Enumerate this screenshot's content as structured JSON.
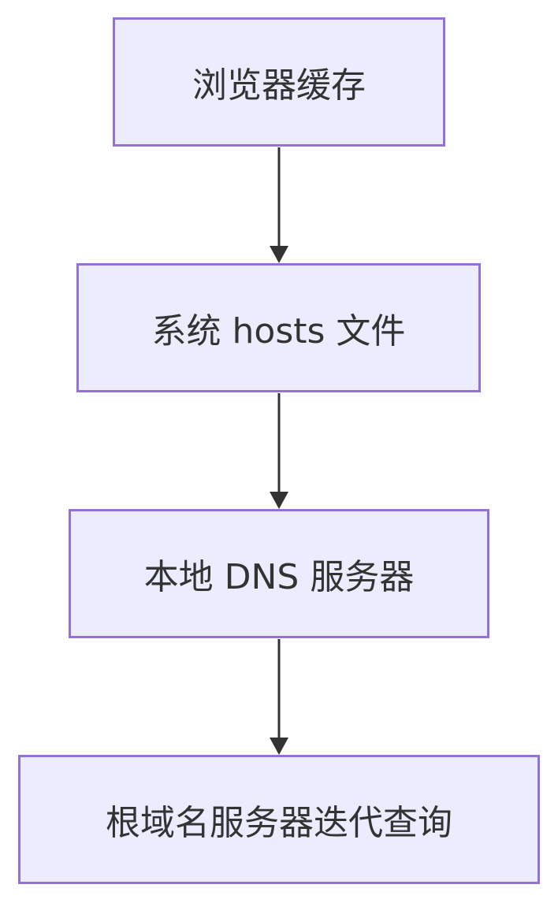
{
  "diagram": {
    "type": "flowchart",
    "direction": "top-down",
    "colors": {
      "node_fill": "#ececff",
      "node_border": "#9370db",
      "edge": "#333333",
      "text": "#333333"
    },
    "nodes": [
      {
        "id": "n1",
        "label": "浏览器缓存"
      },
      {
        "id": "n2",
        "label": "系统 hosts 文件"
      },
      {
        "id": "n3",
        "label": "本地 DNS 服务器"
      },
      {
        "id": "n4",
        "label": "根域名服务器迭代查询"
      }
    ],
    "edges": [
      {
        "from": "n1",
        "to": "n2"
      },
      {
        "from": "n2",
        "to": "n3"
      },
      {
        "from": "n3",
        "to": "n4"
      }
    ]
  }
}
